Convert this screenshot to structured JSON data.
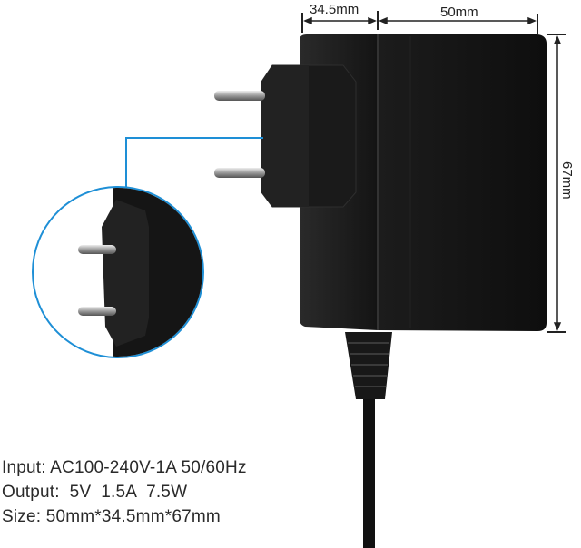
{
  "dimensions": {
    "depth_label": "34.5mm",
    "width_label": "50mm",
    "height_label": "67mm"
  },
  "specs": {
    "input": "Input: AC100-240V-1A 50/60Hz",
    "output": "Output:  5V  1.5A  7.5W",
    "size": "Size: 50mm*34.5mm*67mm"
  },
  "colors": {
    "body": "#161616",
    "callout_line": "#1e8fd6"
  }
}
